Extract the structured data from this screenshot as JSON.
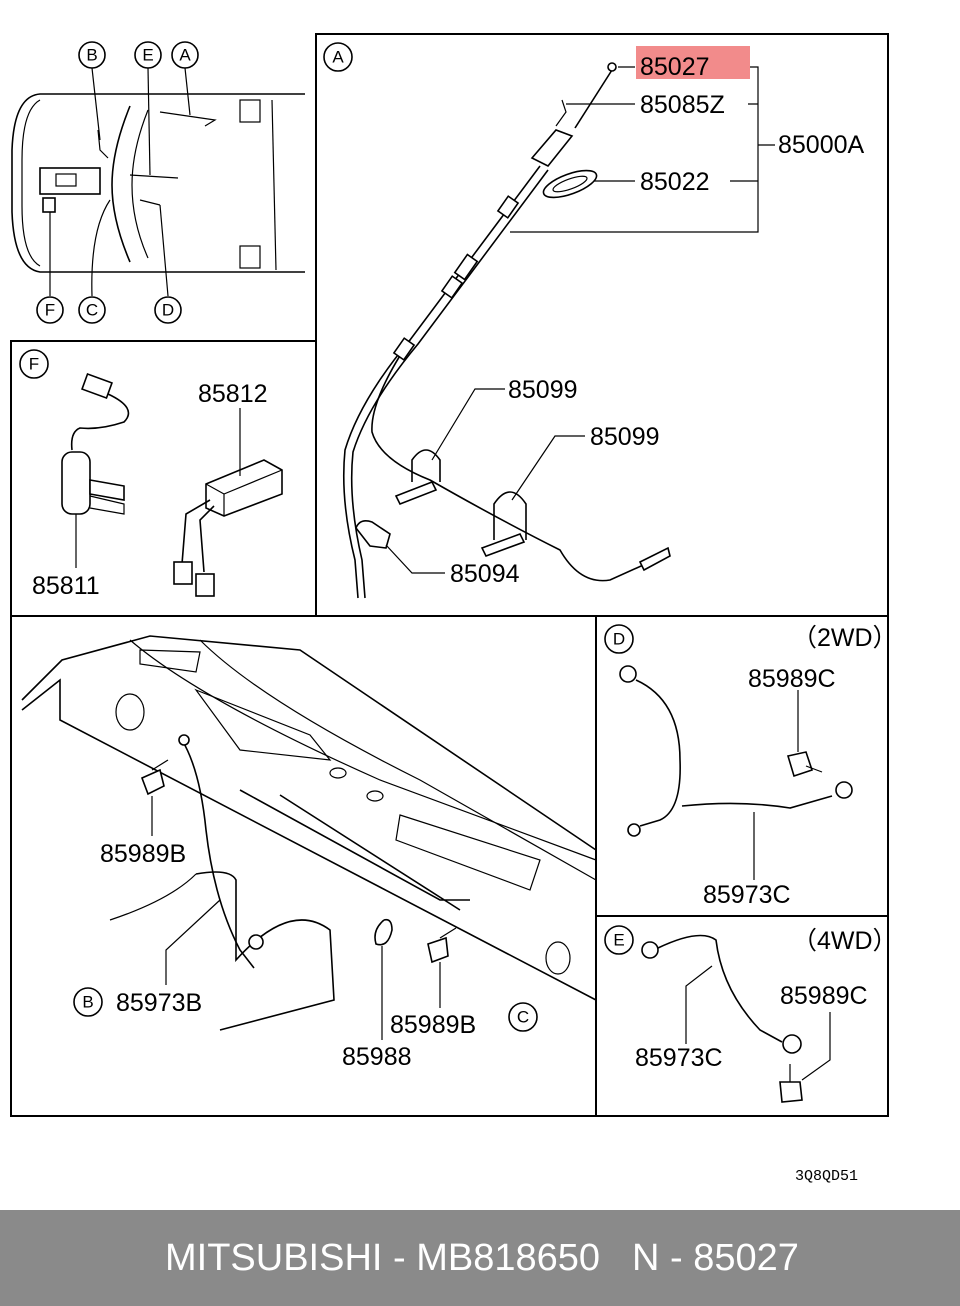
{
  "diagram": {
    "reference_code": "3Q8QD51",
    "circle_markers": {
      "A": "A",
      "B": "B",
      "C": "C",
      "D": "D",
      "E": "E",
      "F": "F"
    },
    "panel_A": {
      "marker": "A",
      "labels": {
        "p85027": "85027",
        "p85085Z": "85085Z",
        "p85000A": "85000A",
        "p85022": "85022",
        "p85099_1": "85099",
        "p85099_2": "85099",
        "p85094": "85094"
      },
      "highlight_color": "#f28b8b"
    },
    "panel_F": {
      "marker": "F",
      "labels": {
        "p85812": "85812",
        "p85811": "85811"
      }
    },
    "panel_main": {
      "labels": {
        "p85989B_left": "85989B",
        "p85973B": "85973B",
        "p85988": "85988",
        "p85989B_right": "85989B"
      },
      "markers": {
        "B": "B",
        "C": "C"
      }
    },
    "panel_D": {
      "marker": "D",
      "variant": "（2WD）",
      "labels": {
        "p85989C": "85989C",
        "p85973C": "85973C"
      }
    },
    "panel_E": {
      "marker": "E",
      "variant": "（4WD）",
      "labels": {
        "p85989C": "85989C",
        "p85973C": "85973C"
      }
    }
  },
  "footer": {
    "brand_text": "MITSUBISHI - MB818650",
    "part_text": "N - 85027",
    "background": "#8a8a8a"
  }
}
